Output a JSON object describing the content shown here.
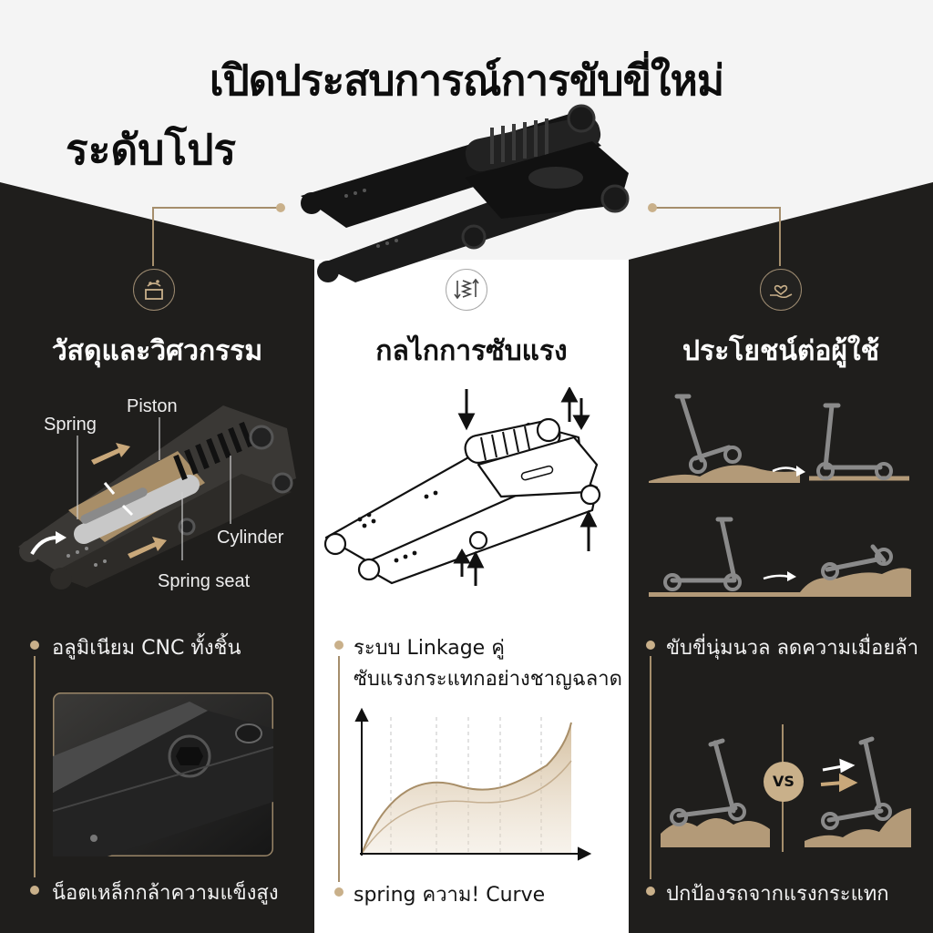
{
  "headline": {
    "line1": "เปิดประสบการณ์การขับขี่ใหม่",
    "line2": "ระดับโปร"
  },
  "columns": {
    "left": {
      "title": "วัสดุและวิศวกรรม",
      "icon": "materials-icon",
      "labels": {
        "spring": "Spring",
        "piston": "Piston",
        "cylinder": "Cylinder",
        "spring_seat": "Spring seat"
      },
      "bullet1": "อลูมิเนียม CNC ทั้งชิ้น",
      "bullet2": "น็อตเหล็กกล้าความแข็งสูง"
    },
    "center": {
      "title": "กลไกการซับแรง",
      "icon": "spring-arrows-icon",
      "bullet1_line1": "ระบบ Linkage คู่",
      "bullet1_line2": "ซับแรงกระแทกอย่างชาญฉลาด",
      "bullet2": "spring ความ! Curve"
    },
    "right": {
      "title": "ประโยชน์ต่อผู้ใช้",
      "icon": "hand-heart-icon",
      "bullet1": "ขับขี่นุ่มนวล ลดความเมื่อยล้า",
      "vs_label": "VS",
      "bullet2": "ปกป้องรถจากแรงกระแทก"
    }
  },
  "colors": {
    "accent": "#c9b08a",
    "sand": "#b39a78",
    "dark_bg": "#1f1e1c",
    "light_bg": "#f3f3f3"
  }
}
